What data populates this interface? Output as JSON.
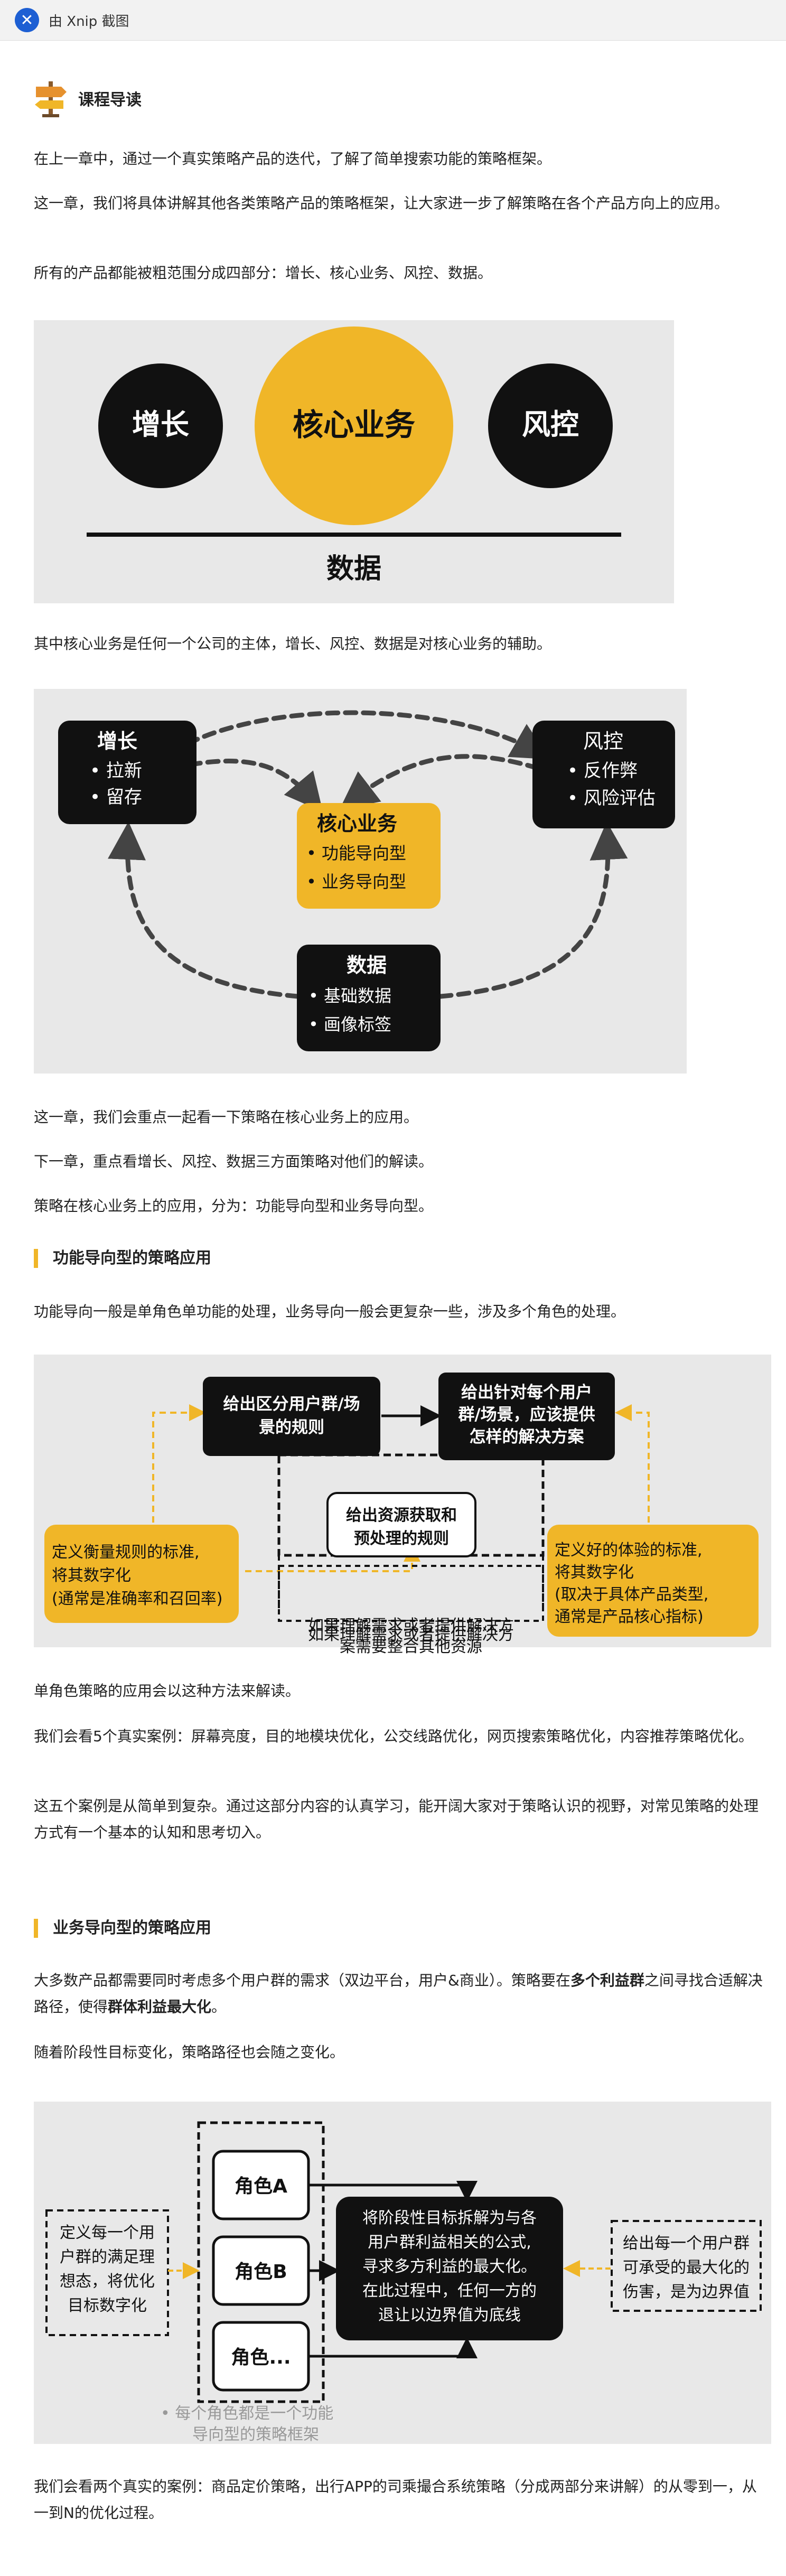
{
  "window": {
    "title": "由 Xnip 截图"
  },
  "section_title": "课程导读",
  "paragraphs": {
    "p1": "在上一章中，通过一个真实策略产品的迭代，了解了简单搜索功能的策略框架。",
    "p2": "这一章，我们将具体讲解其他各类策略产品的策略框架，让大家进一步了解策略在各个产品方向上的应用。",
    "p3": "所有的产品都能被粗范围分成四部分：增长、核心业务、风控、数据。",
    "p4": "其中核心业务是任何一个公司的主体，增长、风控、数据是对核心业务的辅助。",
    "p5": "这一章，我们会重点一起看一下策略在核心业务上的应用。",
    "p6": "下一章，重点看增长、风控、数据三方面策略对他们的解读。",
    "p7": "策略在核心业务上的应用，分为：功能导向型和业务导向型。",
    "p8": "功能导向一般是单角色单功能的处理，业务导向一般会更复杂一些，涉及多个角色的处理。",
    "p9": "单角色策略的应用会以这种方法来解读。",
    "p10": "我们会看5个真实案例：屏幕亮度，目的地模块优化，公交线路优化，网页搜索策略优化，内容推荐策略优化。",
    "p11": "这五个案例是从简单到复杂。通过这部分内容的认真学习，能开阔大家对于策略认识的视野，对常见策略的处理方式有一个基本的认知和思考切入。",
    "p12_a": "大多数产品都需要同时考虑多个用户群的需求（双边平台，用户&商业）。策略要在",
    "p12_b": "多个利益群",
    "p12_c": "之间寻找合适解决路径，使得",
    "p12_d": "群体利益最大化",
    "p12_e": "。",
    "p13": "随着阶段性目标变化，策略路径也会随之变化。",
    "p14": "我们会看两个真实的案例：商品定价策略，出行APP的司乘撮合系统策略（分成两部分来讲解）的从零到一，从一到N的优化过程。"
  },
  "subheadings": {
    "func": "功能导向型的策略应用",
    "biz": "业务导向型的策略应用"
  },
  "fig1": {
    "growth": "增长",
    "core": "核心业务",
    "risk": "风控",
    "data": "数据"
  },
  "fig2": {
    "growth": {
      "title": "增长",
      "items": [
        "• 拉新",
        "• 留存"
      ]
    },
    "core": {
      "title": "核心业务",
      "items": [
        "• 功能导向型",
        "• 业务导向型"
      ]
    },
    "risk": {
      "title": "风控",
      "items": [
        "• 反作弊",
        "• 风险评估"
      ]
    },
    "data": {
      "title": "数据",
      "items": [
        "• 基础数据",
        "• 画像标签"
      ]
    }
  },
  "fig3": {
    "box1": [
      "给出区分用户群/场",
      "景的规则"
    ],
    "box2": [
      "给出针对每个用户",
      "群/场景，应该提供",
      "怎样的解决方案"
    ],
    "box3": [
      "给出资源获取和",
      "预处理的规则"
    ],
    "left": [
      "定义衡量规则的标准,",
      "将其数字化",
      "(通常是准确率和召回率)"
    ],
    "right": [
      "定义好的体验的标准,",
      "将其数字化",
      "(取决于具体产品类型,",
      "通常是产品核心指标)"
    ],
    "bottom": [
      "如果理解需求或者提供解决方",
      "案需要整合其他资源"
    ]
  },
  "fig4": {
    "left": [
      "定义每一个用",
      "户群的满足理",
      "想态，将优化",
      "目标数字化"
    ],
    "roles": [
      "角色A",
      "角色B",
      "角色..."
    ],
    "center": [
      "将阶段性目标拆解为与各",
      "用户群利益相关的公式,",
      "寻求多方利益的最大化。",
      "在此过程中，任何一方的",
      "退让以边界值为底线"
    ],
    "right": [
      "给出每一个用户群",
      "可承受的最大化的",
      "伤害，是为边界值"
    ],
    "note": [
      "• 每个角色都是一个功能",
      "导向型的策略框架"
    ]
  },
  "colors": {
    "accent": "#f0b628",
    "dark": "#111111",
    "figbg": "#e8e8e8"
  }
}
